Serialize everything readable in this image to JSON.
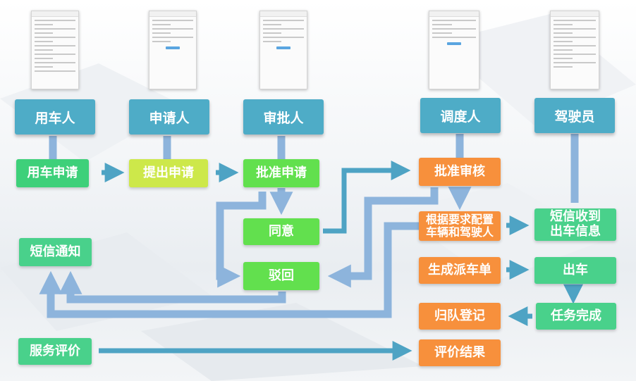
{
  "roles": {
    "car_user": "用车人",
    "applicant": "申请人",
    "approver": "审批人",
    "dispatcher": "调度人",
    "driver": "驾驶员"
  },
  "steps": {
    "car_request": "用车申请",
    "submit_request": "提出申请",
    "approve_request": "批准申请",
    "agree": "同意",
    "reject": "驳回",
    "sms_notice": "短信通知",
    "service_review": "服务评价",
    "approve_audit": "批准审核",
    "assign_line1": "根据要求配置",
    "assign_line2": "车辆和驾驶人",
    "generate_dispatch": "生成派车单",
    "return_register": "归队登记",
    "review_result": "评价结果",
    "sms_receive_line1": "短信收到",
    "sms_receive_line2": "出车信息",
    "depart": "出车",
    "task_done": "任务完成"
  },
  "colors": {
    "role_box": "#4eacc7",
    "arrow_blue": "#4ea3c4",
    "line_lightblue": "#8db4dc",
    "step_orange": "#f7903c",
    "step_green": "#3ed07a"
  }
}
